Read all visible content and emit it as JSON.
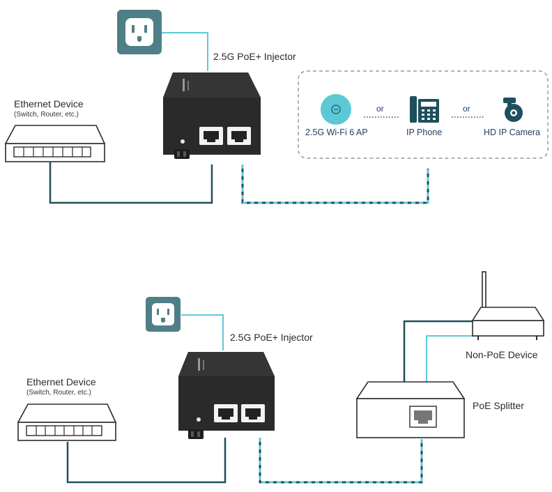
{
  "top": {
    "injector_label": "2.5G PoE+ Injector",
    "ethernet_label": "Ethernet Device",
    "ethernet_sub": "(Switch, Router, etc.)",
    "devices": [
      {
        "label": "2.5G Wi-Fi 6 AP",
        "icon": "access-point-icon"
      },
      {
        "label": "IP Phone",
        "icon": "ip-phone-icon"
      },
      {
        "label": "HD IP Camera",
        "icon": "ip-camera-icon"
      }
    ],
    "or_text": "or"
  },
  "bottom": {
    "injector_label": "2.5G PoE+ Injector",
    "ethernet_label": "Ethernet Device",
    "ethernet_sub": "(Switch, Router, etc.)",
    "nonpoe_label": "Non-PoE Device",
    "splitter_label": "PoE Splitter"
  },
  "colors": {
    "data_line": "#1f4f5c",
    "power_line": "#5cc8d6",
    "poe_dashed_dark": "#1f4f5c",
    "poe_dashed_light": "#5cc8d6",
    "outlet_bg": "#4f7f86",
    "injector_body": "#2c2c2c"
  }
}
